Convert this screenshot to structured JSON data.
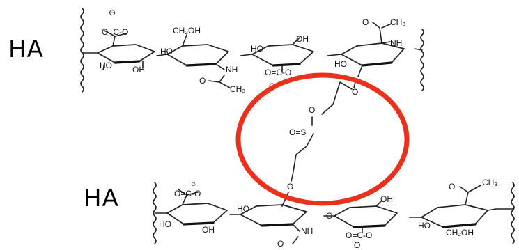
{
  "labels": {
    "ha_top": "HA",
    "ha_bottom": "HA"
  },
  "atoms": {
    "charge": "⊖",
    "charge_small": "○",
    "carboxylate": "O=C-O",
    "ho": "HO",
    "oh": "OH",
    "ch2oh": "CH₂OH",
    "nh": "NH",
    "ch3": "CH₃",
    "o": "O",
    "sulfone": "O=S",
    "sulfone_o": "O"
  },
  "colors": {
    "highlight_circle": "#e8321e",
    "structure": "#222222",
    "background": "#ffffff"
  }
}
